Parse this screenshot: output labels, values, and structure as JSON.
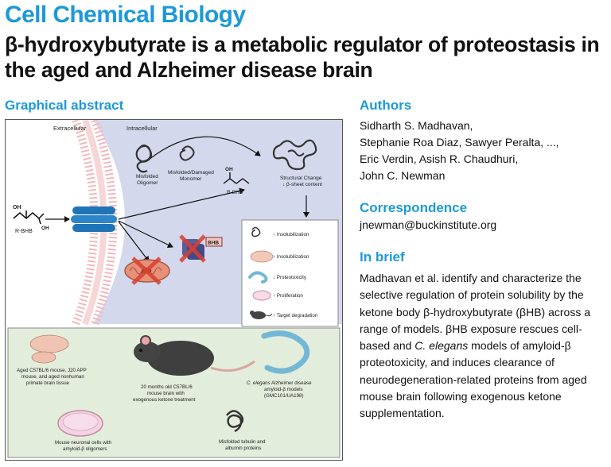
{
  "journal": "Cell Chemical Biology",
  "title": "β-hydroxybutyrate is a metabolic regulator of proteostasis in the aged and Alzheimer disease brain",
  "graphical_abstract": {
    "heading": "Graphical abstract",
    "extracellular": "Extracellular",
    "intracellular": "Intracellular",
    "rbhb_left": "R-BHB",
    "oh_left": "OH",
    "oh_left2": "OH",
    "oh_center": "OH",
    "rbhb_center": "R-BHB",
    "misfolded_oligomer": [
      "Misfolded",
      "Oligomer"
    ],
    "misfolded_monomer": [
      "Misfolded/Damaged",
      "Monomer"
    ],
    "structural_change": [
      "Structural Change",
      "↓ β-sheet content"
    ],
    "atp": "ATP",
    "bhb": "BHB",
    "effects": [
      {
        "icon": "protein-aggregate-icon",
        "label": "↑ Insolubilization"
      },
      {
        "icon": "brain-icon",
        "label": "↑ Insolubilization"
      },
      {
        "icon": "worm-icon",
        "label": "↓ Proteotoxicity"
      },
      {
        "icon": "petri-dish-icon",
        "label": "↑ Proliferation"
      },
      {
        "icon": "mouse-icon",
        "label": "↑ Target degradation"
      }
    ],
    "models": {
      "aged_tissue": [
        "Aged C57BL/6 mouse, J20 APP",
        "mouse, and aged nonhuman",
        "primate brain tissue"
      ],
      "mouse_treatment": [
        "20 months old C57BL/6",
        "mouse brain with",
        "exogenous ketone treatment"
      ],
      "celegans_italic": "C. elegans",
      "celegans": [
        " Alzheimer disease",
        "amyloid-β models",
        "(GMC101/UA198)"
      ],
      "neuronal_cells": [
        "Mouse neuronal cells with",
        "amyloid-β oligomers"
      ],
      "tubulin": [
        "Misfolded tubulin and",
        "albumin proteins"
      ]
    }
  },
  "authors": {
    "heading": "Authors",
    "lines": [
      "Sidharth S. Madhavan,",
      "Stephanie Roa Diaz, Sawyer Peralta, ...,",
      "Eric Verdin, Asish R. Chaudhuri,",
      "John C. Newman"
    ]
  },
  "correspondence": {
    "heading": "Correspondence",
    "email": "jnewman@buckinstitute.org"
  },
  "in_brief": {
    "heading": "In brief",
    "part1": "Madhavan et al. identify and characterize the selective regulation of protein solubility by the ketone body β-hydroxybutyrate (βHB) across a range of models. βHB exposure rescues cell-based and ",
    "italic": "C. elegans",
    "part2": " models of amyloid-β proteotoxicity, and induces clearance of neurodegeneration-related proteins from aged mouse brain following exogenous ketone supplementation."
  },
  "colors": {
    "brand_blue": "#1d9ad6",
    "intracellular_bg": "#d3d8ec",
    "models_bg": "#e3eddc",
    "membrane_pink": "#f2b8ba",
    "transporter_blue": "#1f74b8",
    "inhibit_red": "#d8402f"
  }
}
